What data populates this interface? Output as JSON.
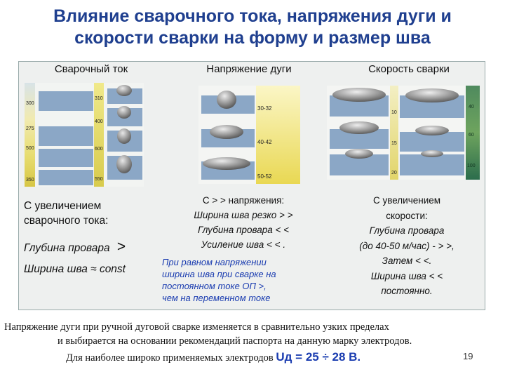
{
  "title_line1": "Влияние сварочного тока, напряжения дуги и",
  "title_line2": "скорости сварки на форму и размер шва",
  "columns": {
    "current": "Сварочный ток",
    "voltage": "Напряжение дуги",
    "speed": "Скорость сварки"
  },
  "current_labels": {
    "left": [
      "300",
      "275",
      "500",
      "350"
    ],
    "right": [
      "310",
      "400",
      "600",
      "550"
    ]
  },
  "voltage_labels": [
    "30-32",
    "40-42",
    "50-52"
  ],
  "speed_labels": {
    "left": [
      "10",
      "15",
      "20"
    ],
    "right": [
      "40",
      "60",
      "100"
    ]
  },
  "current_text": {
    "l1": "С увеличением",
    "l2": "сварочного тока:",
    "l3": "Глубина провара",
    "l3_sym": ">",
    "l4": "Ширина шва ≈ const"
  },
  "voltage_text": {
    "l1": "С > > напряжения:",
    "l2": "Ширина шва резко > >",
    "l3": "Глубина провара < <",
    "l4": "Усиление шва < < .",
    "b1": "При равном напряжении",
    "b2": "ширина шва при сварке на",
    "b3": "постоянном токе ОП >,",
    "b4": "чем на переменном токе"
  },
  "speed_text": {
    "l1": "С увеличением",
    "l2": "скорости:",
    "l3": "Глубина провара",
    "l4": "(до 40-50 м/час) - > >,",
    "l5": "Затем < <.",
    "l6": "Ширина шва < <",
    "l7": "постоянно."
  },
  "footer": {
    "line1": "Напряжение дуги при ручной дуговой сварке изменяется в сравнительно узких пределах",
    "line2": "и выбирается на основании рекомендаций паспорта на данную марку электродов.",
    "line3": "Для наиболее широко применяемых электродов",
    "formula": "Uд = 25 ÷ 28 В.",
    "page": "19"
  }
}
